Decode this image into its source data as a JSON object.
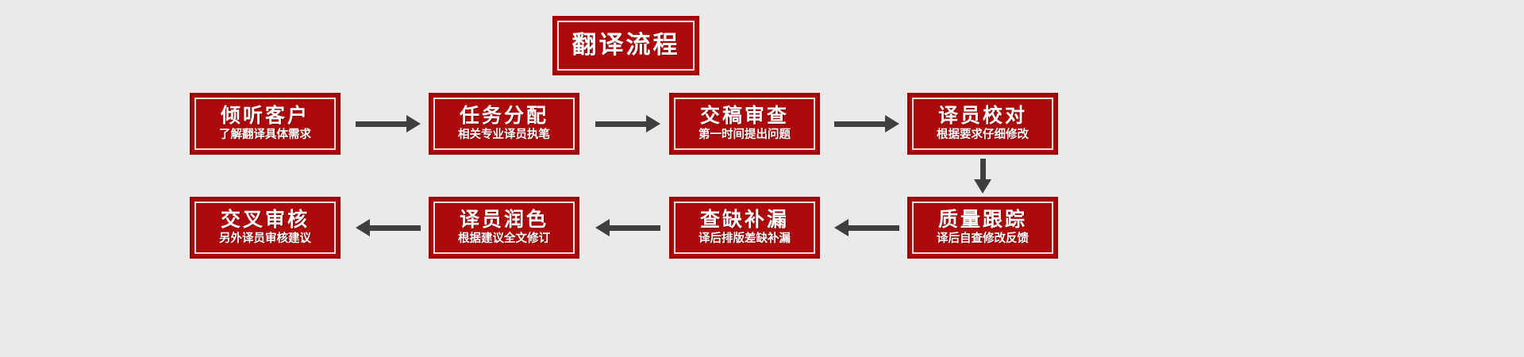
{
  "header": {
    "title": "翻译流程"
  },
  "steps_row1": [
    {
      "title": "倾听客户",
      "subtitle": "了解翻译具体需求"
    },
    {
      "title": "任务分配",
      "subtitle": "相关专业译员执笔"
    },
    {
      "title": "交稿审查",
      "subtitle": "第一时间提出问题"
    },
    {
      "title": "译员校对",
      "subtitle": "根据要求仔细修改"
    }
  ],
  "steps_row2": [
    {
      "title": "交叉审核",
      "subtitle": "另外译员审核建议"
    },
    {
      "title": "译员润色",
      "subtitle": "根据建议全文修订"
    },
    {
      "title": "查缺补漏",
      "subtitle": "译后排版差缺补漏"
    },
    {
      "title": "质量跟踪",
      "subtitle": "译后自查修改反馈"
    }
  ],
  "arrows": [
    {
      "name": "arrow-listen-to-assign",
      "direction": "right"
    },
    {
      "name": "arrow-assign-to-review",
      "direction": "right"
    },
    {
      "name": "arrow-review-to-proofread",
      "direction": "right"
    },
    {
      "name": "arrow-proofread-to-quality",
      "direction": "down"
    },
    {
      "name": "arrow-quality-to-gapcheck",
      "direction": "left"
    },
    {
      "name": "arrow-gapcheck-to-polish",
      "direction": "left"
    },
    {
      "name": "arrow-polish-to-crossreview",
      "direction": "left"
    }
  ],
  "colors": {
    "background": "#eaeaea",
    "box_fill": "#ad0b0b",
    "box_border": "#9c0000",
    "inner_border": "#f2dede",
    "text": "#ffffff",
    "arrow": "#3f3f3f"
  }
}
